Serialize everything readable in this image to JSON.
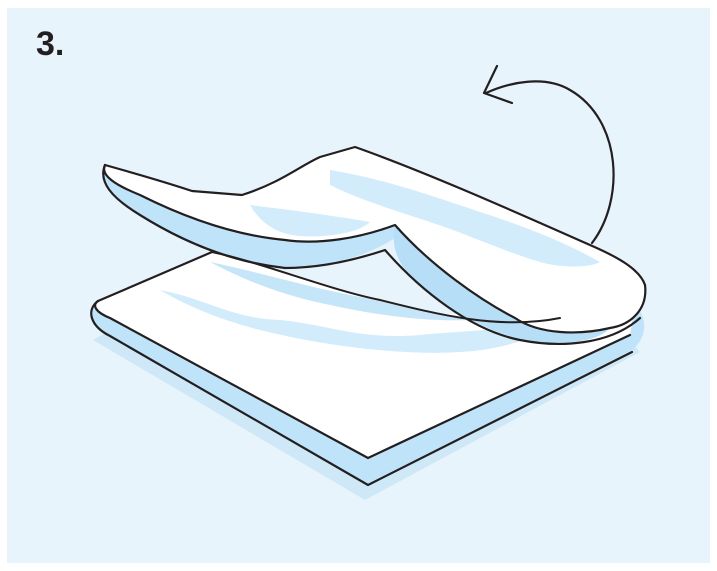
{
  "step": {
    "label": "3."
  },
  "colors": {
    "panel_background": "#e8f4fc",
    "cloth_white": "#ffffff",
    "cloth_light_blue": "#d3ecfb",
    "cloth_mid_blue": "#b6def7",
    "shadow_blue": "#cfe8f8",
    "outline": "#231f20"
  },
  "illustration": {
    "subject": "folded-cloth",
    "arrow": "fold-over-arrow"
  }
}
